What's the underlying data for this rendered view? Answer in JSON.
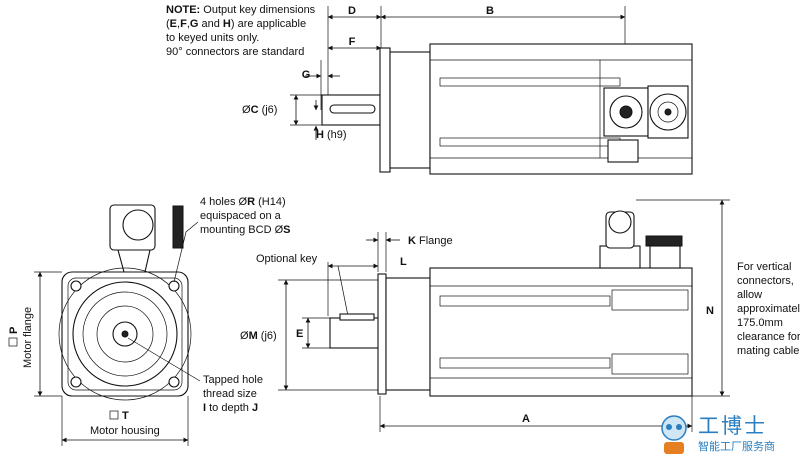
{
  "note": {
    "line1_bold": "NOTE:",
    "line1_rest": " Output key dimensions",
    "line2_open": "(",
    "line2_e": "E",
    "line2_c1": ",",
    "line2_f": "F",
    "line2_c2": ",",
    "line2_g": "G",
    "line2_and": " and ",
    "line2_h": "H",
    "line2_rest": ") are applicable",
    "line3": "to keyed units only.",
    "line4": "90° connectors are standard"
  },
  "top_view": {
    "d": "D",
    "b": "B",
    "f": "F",
    "g": "G",
    "c_prefix": "Ø",
    "c_bold": "C",
    "c_suffix": " (j6)",
    "h_bold": "H",
    "h_suffix": " (h9)"
  },
  "front_view": {
    "holes_line1_pre": "4 holes Ø",
    "holes_line1_bold": "R",
    "holes_line1_post": " (H14)",
    "holes_line2": "equispaced on a",
    "holes_line3_pre": "mounting BCD Ø",
    "holes_line3_bold": "S",
    "p_bold": "P",
    "p_label": "Motor flange",
    "t_bold": "T",
    "t_label": "Motor housing",
    "tapped_line1": "Tapped hole",
    "tapped_line2": "thread size",
    "tapped_line3_i": "I",
    "tapped_line3_mid": " to depth ",
    "tapped_line3_j": "J"
  },
  "side_view": {
    "k_bold": "K",
    "k_label": " Flange",
    "optional_key": "Optional key",
    "l": "L",
    "m_prefix": "Ø",
    "m_bold": "M",
    "m_suffix": " (j6)",
    "e": "E",
    "n": "N",
    "a": "A",
    "vertical_note": [
      "For vertical",
      "connectors,",
      "allow",
      "approximately",
      "175.0mm",
      "clearance for",
      "mating cable"
    ]
  },
  "watermark": {
    "title": "工博士",
    "subtitle": "智能工厂服务商"
  }
}
